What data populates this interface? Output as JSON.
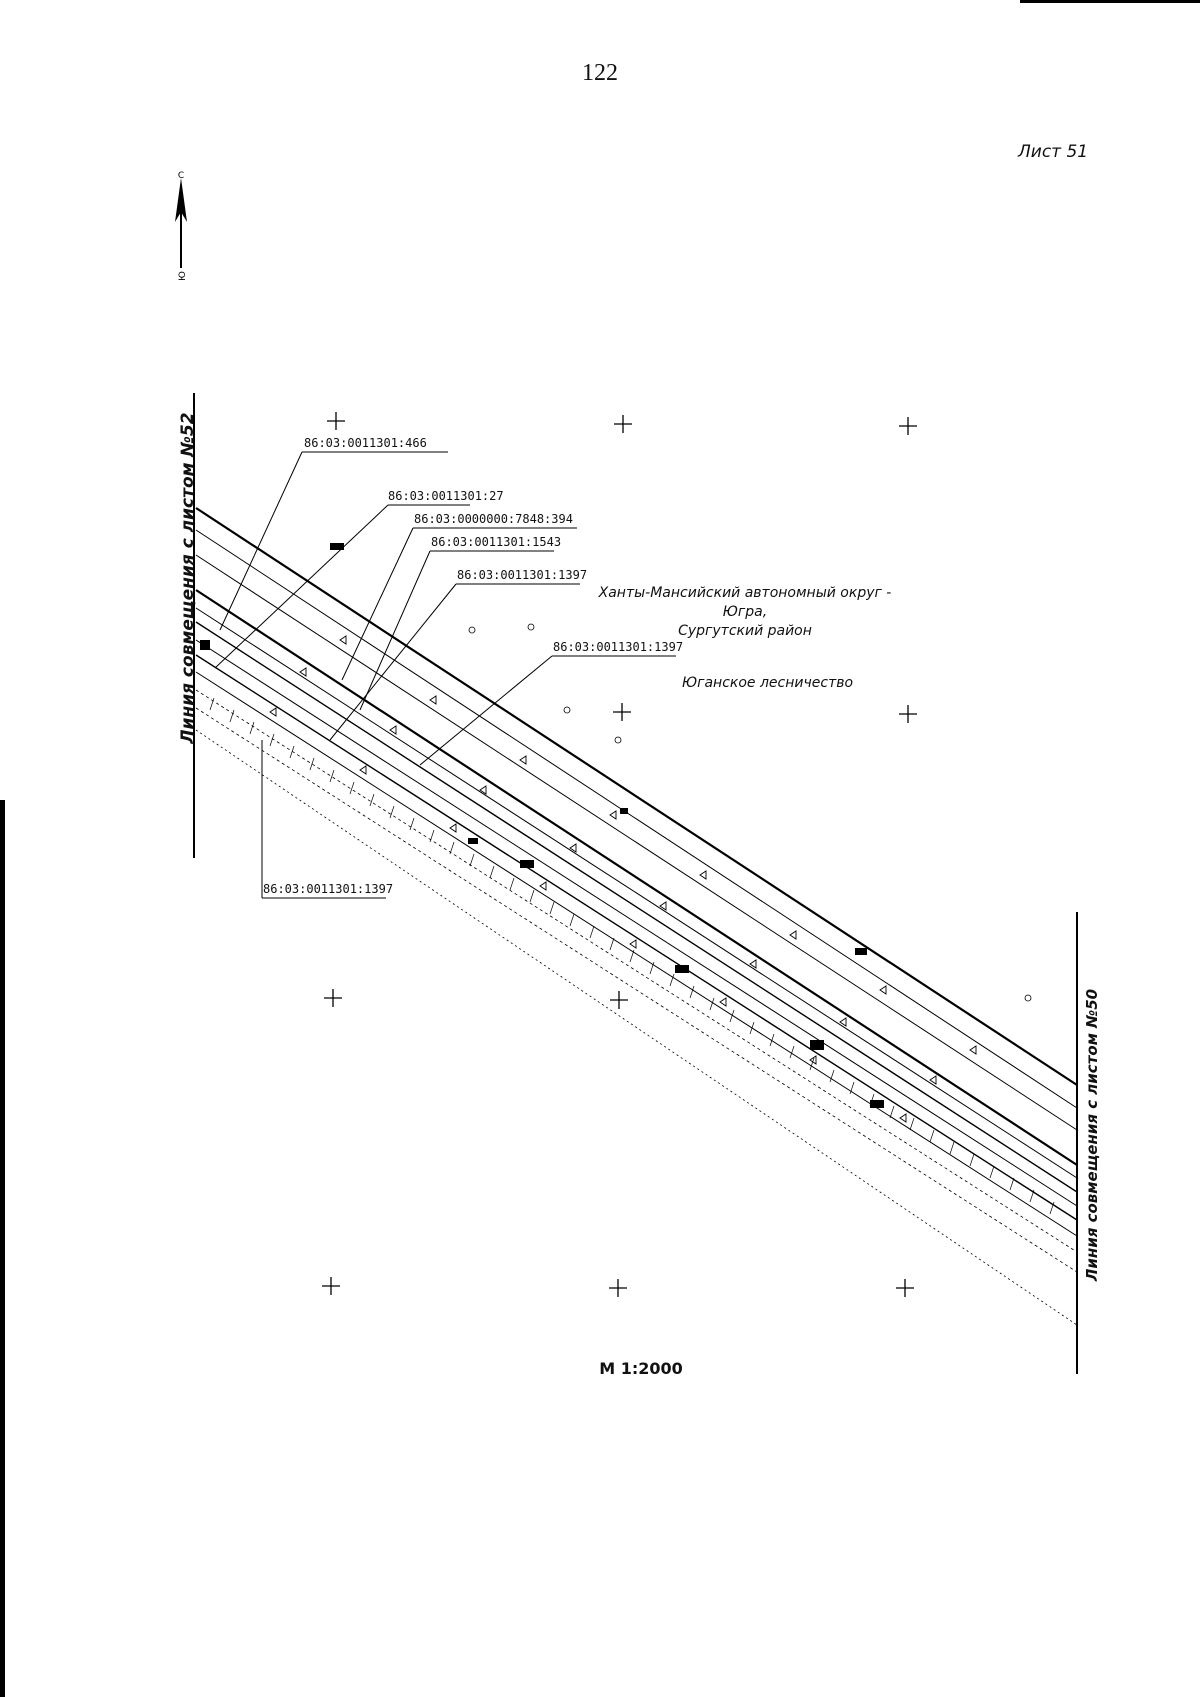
{
  "page": {
    "number": "122",
    "sheet": "Лист 51",
    "scale": "М 1:2000"
  },
  "north_arrow": {
    "top_letter": "С",
    "bottom_letter": "Ю"
  },
  "match_lines": {
    "left": "Линия совмещения с листом №52",
    "right": "Линия совмещения с листом №50"
  },
  "region": {
    "line1": "Ханты-Мансийский автономный округ - Югра,",
    "line2": "Сургутский район"
  },
  "forestry": "Юганское лесничество",
  "parcels": [
    {
      "id": "86:03:0011301:466"
    },
    {
      "id": "86:03:0011301:27"
    },
    {
      "id": "86:03:0000000:7848:394"
    },
    {
      "id": "86:03:0011301:1543"
    },
    {
      "id": "86:03:0011301:1397"
    },
    {
      "id": "86:03:0011301:1397"
    },
    {
      "id": "86:03:0011301:1397"
    }
  ]
}
